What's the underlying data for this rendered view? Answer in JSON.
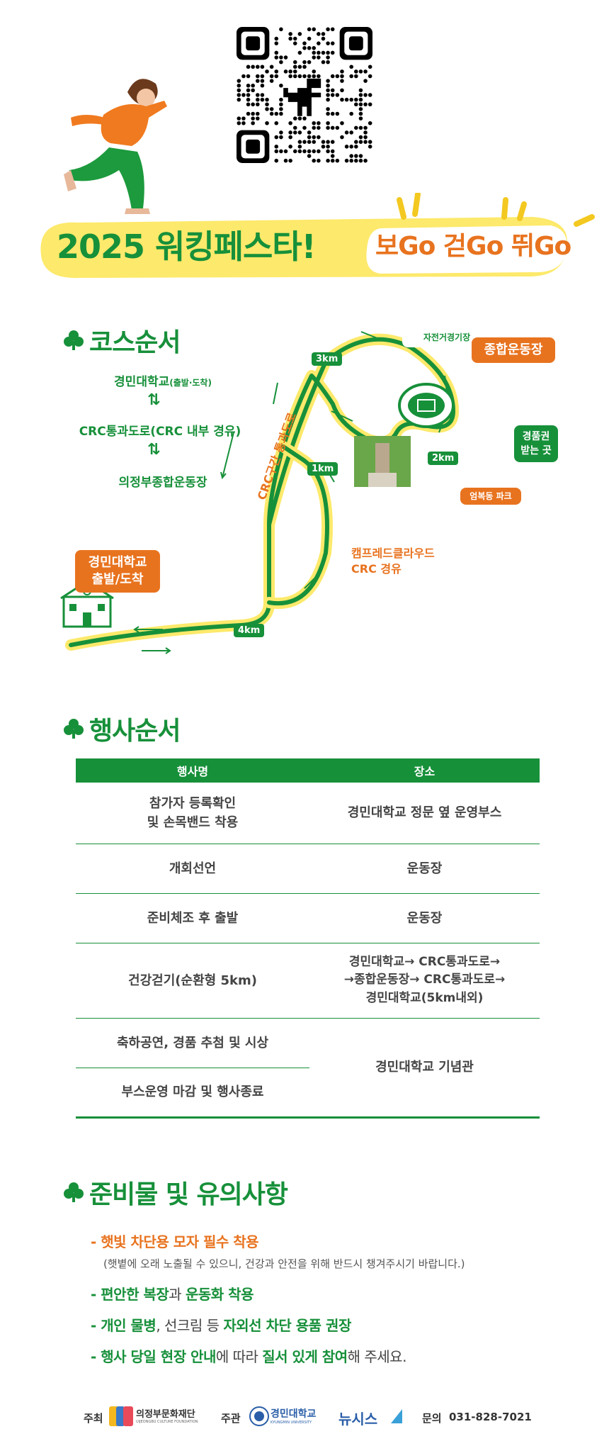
{
  "banner": {
    "title": "2025 워킹페스타!",
    "subtitle": "보Go 걷Go 뛰Go"
  },
  "course": {
    "heading": "코스순서",
    "steps": [
      {
        "label": "경민대학교",
        "note": "(출발·도착)"
      },
      {
        "label": "CRC통과도로(CRC 내부 경유)",
        "note": ""
      },
      {
        "label": "의정부종합운동장",
        "note": ""
      }
    ],
    "arrow": "⇅"
  },
  "map": {
    "start_label_1": "경민대학교",
    "start_label_2": "출발/도착",
    "stadium": "종합운동장",
    "bike_track": "자전거경기장",
    "prize_1": "경품권",
    "prize_2": "받는 곳",
    "park": "엄복동 파크",
    "crc_road": "CRC구간 통과도로",
    "camp_1": "캠프레드클라우드",
    "camp_2": "CRC 경유",
    "km": [
      "1km",
      "2km",
      "3km",
      "4km"
    ]
  },
  "events": {
    "heading": "행사순서",
    "columns": [
      "행사명",
      "장소"
    ],
    "rows": [
      {
        "name": "참가자 등록확인\n및 손목밴드 착용",
        "place": "경민대학교 정문 옆 운영부스"
      },
      {
        "name": "개회선언",
        "place": "운동장"
      },
      {
        "name": "준비체조 후 출발",
        "place": "운동장"
      },
      {
        "name": "건강걷기(순환형 5km)",
        "place": "경민대학교→ CRC통과도로→\n→종합운동장→ CRC통과도로→\n경민대학교(5km내외)"
      },
      {
        "name": "축하공연, 경품 추첨 및 시상",
        "place": "경민대학교 기념관"
      },
      {
        "name": "부스운영 마감 및 행사종료",
        "place": ""
      }
    ]
  },
  "notes": {
    "heading": "준비물 및 유의사항",
    "n1": "- 햇빛 차단용 모자 필수 착용",
    "n1_sub": "(햇볕에 오래 노출될 수 있으니, 건강과 안전을 위해 반드시 챙겨주시기 바랍니다.)",
    "n2_a": "- 편안한 복장",
    "n2_b": "과 ",
    "n2_c": "운동화 착용",
    "n3_a": "- 개인 물병",
    "n3_b": ", 선크림 등 ",
    "n3_c": "자외선 차단 용품 권장",
    "n4_a": "- 행사 당일 현장 안내",
    "n4_b": "에 따라 ",
    "n4_c": "질서 있게 참여",
    "n4_d": "해 주세요."
  },
  "footer": {
    "host_label": "주최",
    "host_name": "의정부문화재단",
    "host_en": "UIJEONGBU CULTURE FOUNDATION",
    "org_label": "주관",
    "org_name": "경민대학교",
    "org_en": "KYUNGMIN UNIVERSITY",
    "media": "뉴시스",
    "contact_label": "문의",
    "contact": "031-828-7021"
  },
  "colors": {
    "green": "#17903a",
    "orange": "#e8731f",
    "yellow": "#fde96b"
  }
}
